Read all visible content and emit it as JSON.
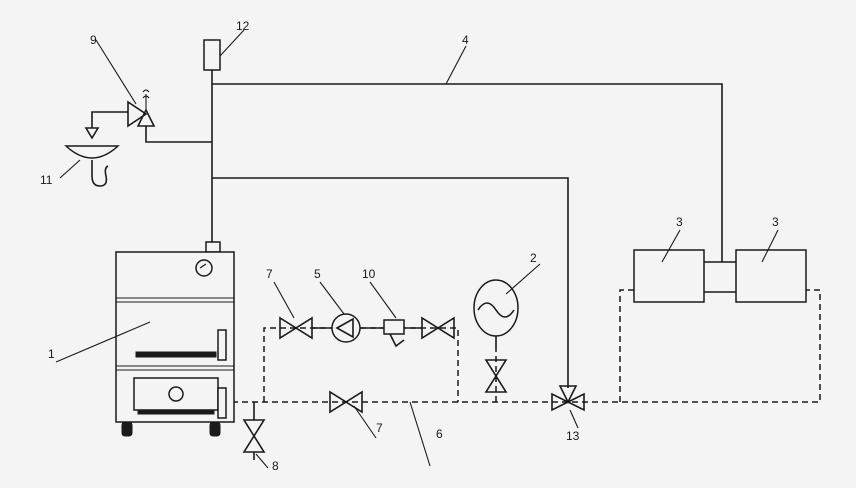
{
  "labels": {
    "boiler": "1",
    "expansion_tank": "2",
    "radiator_left": "3",
    "radiator_right": "3",
    "supply_line": "4",
    "pump": "5",
    "return_line": "6",
    "valve_pump_left": "7",
    "valve_bottom": "7",
    "drain_valve": "8",
    "safety_valve": "9",
    "filter": "10",
    "drain_sink": "11",
    "air_vent": "12",
    "three_way_valve": "13"
  }
}
